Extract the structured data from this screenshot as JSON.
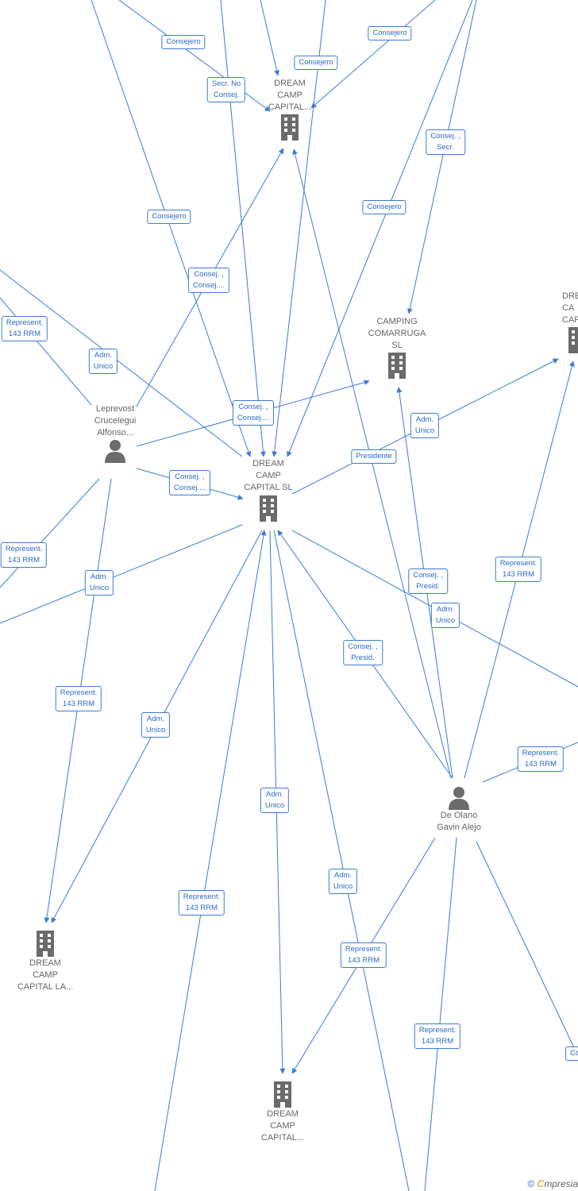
{
  "nodes": {
    "dream_top": {
      "label": "DREAM\nCAMP\nCAPITAL...",
      "kind": "company"
    },
    "camping": {
      "label": "CAMPING\nCOMARRUGA\nSL",
      "kind": "company"
    },
    "dream_right": {
      "label": "DRE\nCA\nCAPIT",
      "kind": "company"
    },
    "leprevost": {
      "label": "Leprevost\nCrucelegui\nAlfonso...",
      "kind": "person"
    },
    "dream_sl": {
      "label": "DREAM\nCAMP\nCAPITAL  SL",
      "kind": "company"
    },
    "de_olano": {
      "label": "De Olano\nGavin Alejo",
      "kind": "person"
    },
    "dream_la": {
      "label": "DREAM\nCAMP\nCAPITAL LA...",
      "kind": "company"
    },
    "dream_bottom": {
      "label": "DREAM\nCAMP\nCAPITAL...",
      "kind": "company"
    }
  },
  "edge_labels": [
    {
      "text": "Consejero"
    },
    {
      "text": "Consejero"
    },
    {
      "text": "Consejero"
    },
    {
      "text": "Secr.  No\nConsej."
    },
    {
      "text": "Consej. ,\nSecr."
    },
    {
      "text": "Consejero"
    },
    {
      "text": "Consejero"
    },
    {
      "text": "Consej. ,\nConsej...."
    },
    {
      "text": "Represent.\n143 RRM"
    },
    {
      "text": "Adm.\nUnico"
    },
    {
      "text": "Consej. ,\nConsej...."
    },
    {
      "text": "Adm.\nUnico"
    },
    {
      "text": "Presidente"
    },
    {
      "text": "Consej. ,\nConsej...."
    },
    {
      "text": "Represent.\n143 RRM"
    },
    {
      "text": "Adm.\nUnico"
    },
    {
      "text": "Represent.\n143 RRM"
    },
    {
      "text": "Consej. ,\nPresid."
    },
    {
      "text": "Adm.\nUnico"
    },
    {
      "text": "Consej. ,\nPresid."
    },
    {
      "text": "Represent.\n143 RRM"
    },
    {
      "text": "Adm.\nUnico"
    },
    {
      "text": "Represent.\n143 RRM"
    },
    {
      "text": "Adm.\nUnico"
    },
    {
      "text": "Represent.\n143 RRM"
    },
    {
      "text": "Adm.\nUnico"
    },
    {
      "text": "Represent.\n143 RRM"
    },
    {
      "text": "Represent.\n143 RRM"
    },
    {
      "text": "Conse"
    }
  ],
  "footer": {
    "copyright": "©",
    "brand_e": "C",
    "brand_rest": "mpresia"
  },
  "colors": {
    "edge": "#3a7bd5",
    "icon": "#6b6b6b"
  }
}
